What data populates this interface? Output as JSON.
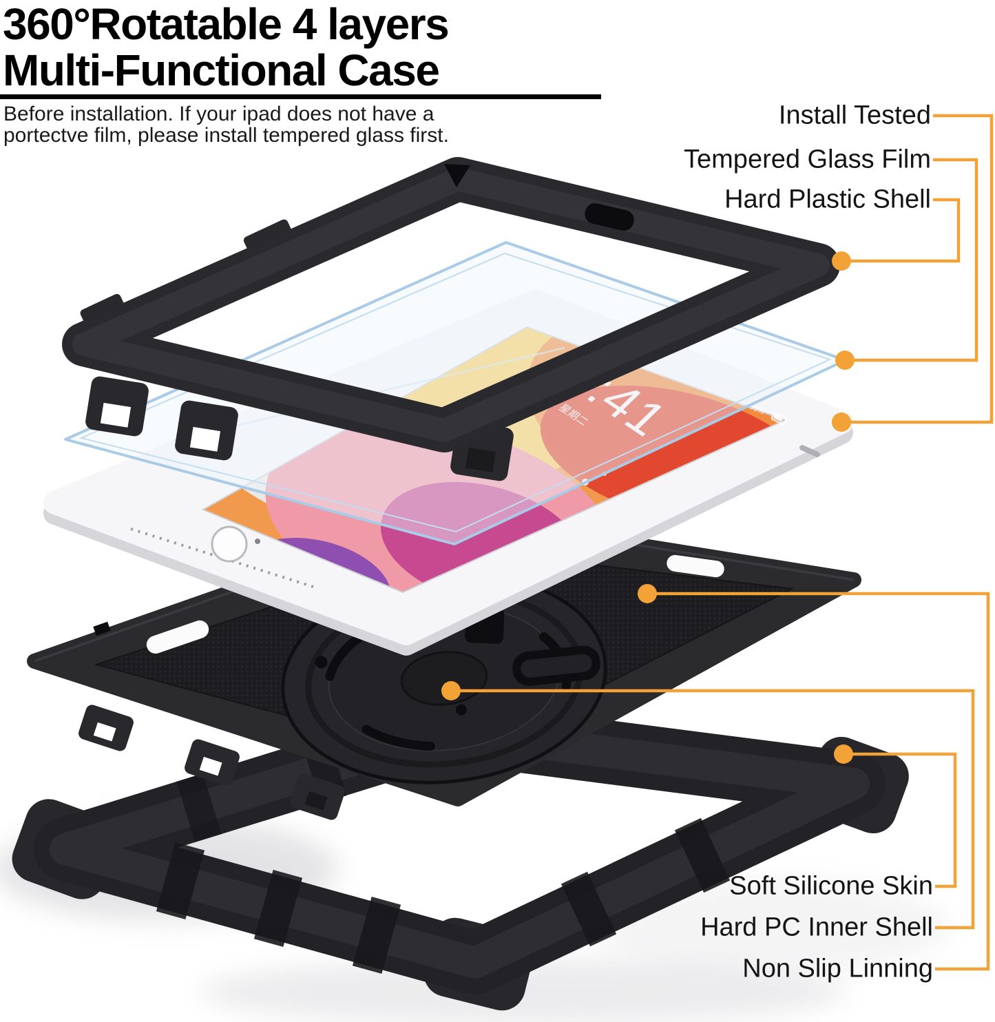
{
  "title": {
    "line1": "360°Rotatable 4 layers",
    "line2": "Multi-Functional Case"
  },
  "note": {
    "line1": "Before installation. If your ipad does not have a",
    "line2": "portectve film, please install tempered glass first."
  },
  "callouts": {
    "install_tested": "Install Tested",
    "tempered_glass_film": "Tempered Glass Film",
    "hard_plastic_shell": "Hard Plastic Shell",
    "soft_silicone_skin": "Soft Silicone Skin",
    "hard_pc_inner_shell": "Hard PC Inner Shell",
    "non_slip_linning": "Non Slip Linning"
  },
  "device_screen": {
    "time": "9:41",
    "date": "9月 星期二",
    "battery": "100%"
  },
  "colors": {
    "accent": "#F2A237",
    "text": "#141414",
    "case_black": "#28282b"
  }
}
